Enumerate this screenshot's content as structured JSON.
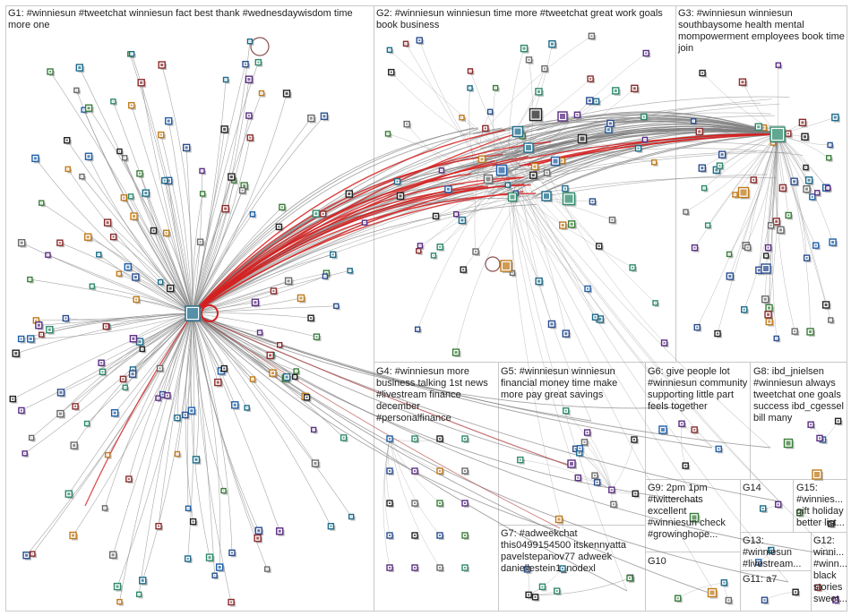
{
  "colors": {
    "frame": "#c9c9c9",
    "edge": "#8a8a8a",
    "edge_highlight": "#d62020",
    "text": "#222222"
  },
  "groups": [
    {
      "id": "G1",
      "label": "G1: #winniesun #tweetchat winniesun fact best thank #wednesdaywisdom time more one"
    },
    {
      "id": "G2",
      "label": "G2: #winniesun winniesun time more #tweetchat great work goals book business"
    },
    {
      "id": "G3",
      "label": "G3: #winniesun winniesun southbaysome health mental mompowerment employees book time join"
    },
    {
      "id": "G4",
      "label": "G4: #winniesun more business talking 1st news #livestream finance december #personalfinance"
    },
    {
      "id": "G5",
      "label": "G5: #winniesun winniesun financial money time make more pay great savings"
    },
    {
      "id": "G6",
      "label": "G6: give people lot #winniesun community supporting little part feels together"
    },
    {
      "id": "G7",
      "label": "G7: #adweekchat this0499154500 itskennyatta pavelstepanov77 adweek daniellestein1_nodexl"
    },
    {
      "id": "G8",
      "label": "G8: ibd_jnielsen #winniesun always tweetchat one goals success ibd_cgessel bill many"
    },
    {
      "id": "G9",
      "label": "G9: 2pm 1pm #twitterchats excellent #winniesun check #growinghope..."
    },
    {
      "id": "G10",
      "label": "G10"
    },
    {
      "id": "G11",
      "label": "G11: a7"
    },
    {
      "id": "G12",
      "label": "G12: winni... #winn... black stories sweet..."
    },
    {
      "id": "G13",
      "label": "G13: #winniesun #livestream..."
    },
    {
      "id": "G14",
      "label": "G14"
    },
    {
      "id": "G15",
      "label": "G15: #winnies... gift holiday better list..."
    }
  ]
}
